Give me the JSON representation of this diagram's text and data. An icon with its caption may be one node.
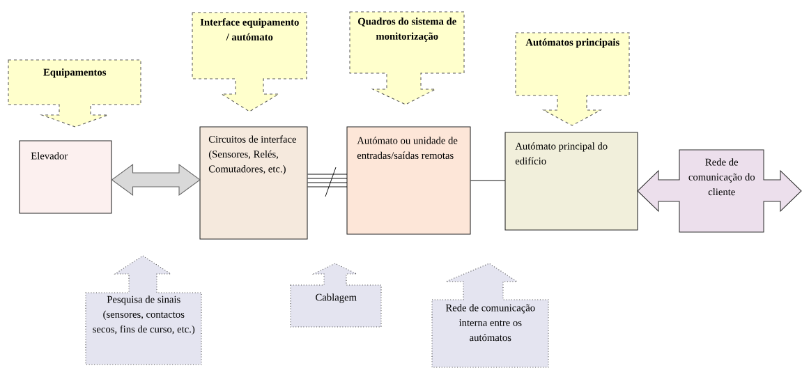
{
  "diagram": {
    "nodes": [
      {
        "text": [
          "Equipamentos"
        ]
      },
      {
        "text": [
          "Interface equipamento / autómato"
        ]
      },
      {
        "text": [
          "Quadros do sistema de monitorização"
        ]
      },
      {
        "text": [
          "Autómatos principais"
        ]
      },
      {
        "text": [
          "Elevador"
        ]
      },
      {
        "text": [
          "Circuitos de interface (Sensores, Relés, Comutadores, etc.)"
        ]
      },
      {
        "text": [
          "Autómato ou unidade de entradas/saídas remotas"
        ]
      },
      {
        "text": [
          "Autómato principal do edifício"
        ]
      },
      {
        "text": [
          "Rede de comunicação do cliente"
        ]
      },
      {
        "text": [
          "Pesquisa de sinais (sensores, contactos secos, fins de curso, etc.)"
        ]
      },
      {
        "text": [
          "Cablagem"
        ]
      },
      {
        "text": [
          "Rede de comunicação interna entre os autómatos"
        ]
      }
    ],
    "edges": [
      {
        "from": 4,
        "to": 5,
        "arrow": "both"
      },
      {
        "from": 5,
        "to": 6,
        "arrow": "none"
      },
      {
        "from": 6,
        "to": 7,
        "arrow": "none"
      }
    ]
  }
}
